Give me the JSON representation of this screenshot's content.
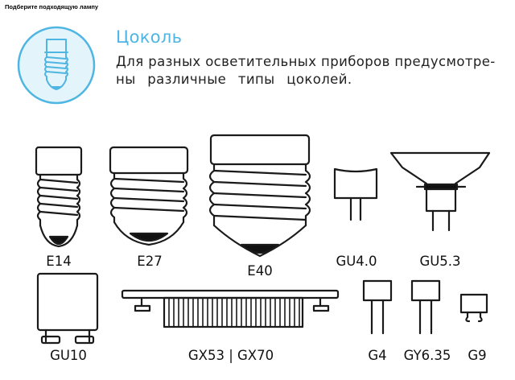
{
  "page_title": "Подберите подходящую лампу",
  "hero": {
    "icon": "lamp-base-icon",
    "heading": "Цоколь",
    "description_line1": "Для разных осветительных приборов предусмотре-",
    "description_line2": "ны различные типы цоколей."
  },
  "colors": {
    "accent": "#4fb5e2",
    "icon_fill": "#e4f4fb",
    "line": "#1a1a1a",
    "fill_dark": "#111111"
  },
  "bases": [
    {
      "label": "E14"
    },
    {
      "label": "E27"
    },
    {
      "label": "E40"
    },
    {
      "label": "GU4.0"
    },
    {
      "label": "GU5.3"
    },
    {
      "label": "GU10"
    },
    {
      "label": "GX53 | GX70"
    },
    {
      "label": "G4"
    },
    {
      "label": "GY6.35"
    },
    {
      "label": "G9"
    }
  ]
}
